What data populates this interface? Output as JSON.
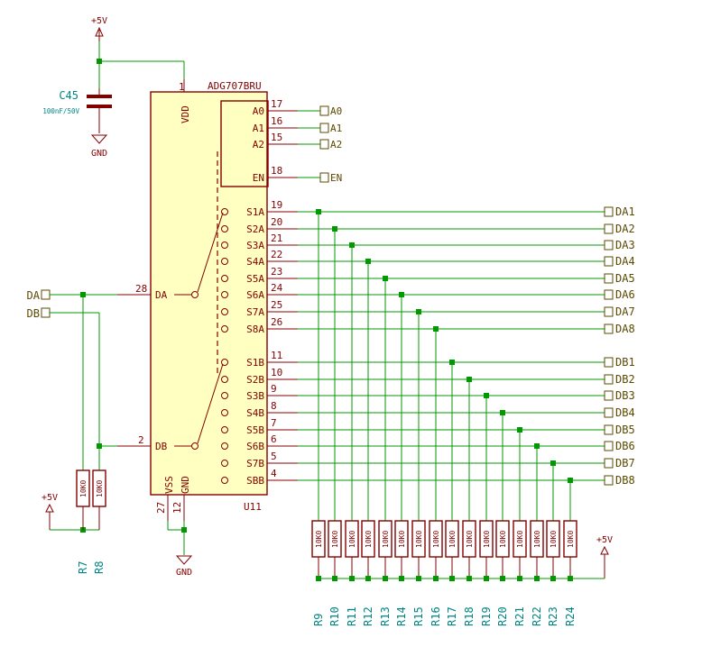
{
  "ic": {
    "name": "ADG707BRU",
    "ref": "U11",
    "vdd_label": "VDD",
    "vdd_pin": "1",
    "vss_label": "VSS",
    "vss_pin": "27",
    "gnd_label": "GND",
    "gnd_pin": "12",
    "da_label": "DA",
    "da_pin": "28",
    "db_label": "DB",
    "db_pin": "2",
    "ctrl": [
      {
        "name": "A0",
        "pin": "17",
        "net": "A0"
      },
      {
        "name": "A1",
        "pin": "16",
        "net": "A1"
      },
      {
        "name": "A2",
        "pin": "15",
        "net": "A2"
      },
      {
        "name": "EN",
        "pin": "18",
        "net": "EN"
      }
    ],
    "a_pins": [
      {
        "name": "S1A",
        "pin": "19",
        "net": "DA1"
      },
      {
        "name": "S2A",
        "pin": "20",
        "net": "DA2"
      },
      {
        "name": "S3A",
        "pin": "21",
        "net": "DA3"
      },
      {
        "name": "S4A",
        "pin": "22",
        "net": "DA4"
      },
      {
        "name": "S5A",
        "pin": "23",
        "net": "DA5"
      },
      {
        "name": "S6A",
        "pin": "24",
        "net": "DA6"
      },
      {
        "name": "S7A",
        "pin": "25",
        "net": "DA7"
      },
      {
        "name": "S8A",
        "pin": "26",
        "net": "DA8"
      }
    ],
    "b_pins": [
      {
        "name": "S1B",
        "pin": "11",
        "net": "DB1"
      },
      {
        "name": "S2B",
        "pin": "10",
        "net": "DB2"
      },
      {
        "name": "S3B",
        "pin": "9",
        "net": "DB3"
      },
      {
        "name": "S4B",
        "pin": "8",
        "net": "DB4"
      },
      {
        "name": "S5B",
        "pin": "7",
        "net": "DB5"
      },
      {
        "name": "S6B",
        "pin": "6",
        "net": "DB6"
      },
      {
        "name": "S7B",
        "pin": "5",
        "net": "DB7"
      },
      {
        "name": "SBB",
        "pin": "4",
        "net": "DB8"
      }
    ]
  },
  "cap": {
    "ref": "C45",
    "value": "100nF/50V"
  },
  "power": {
    "plus": "+5V",
    "gnd": "GND"
  },
  "nets": {
    "da": "DA",
    "db": "DB"
  },
  "resistor_value": "10K0",
  "left_resistors": [
    "R7",
    "R8"
  ],
  "bottom_resistors": [
    "R9",
    "R10",
    "R11",
    "R12",
    "R13",
    "R14",
    "R15",
    "R16",
    "R17",
    "R18",
    "R19",
    "R20",
    "R21",
    "R22",
    "R23",
    "R24"
  ]
}
